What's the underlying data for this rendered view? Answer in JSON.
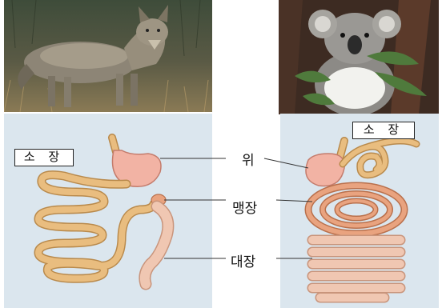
{
  "left_animal": {
    "photo_subject": "coyote",
    "small_intestine_label": "소 장"
  },
  "right_animal": {
    "photo_subject": "koala",
    "small_intestine_label": "소 장"
  },
  "organ_labels": {
    "stomach": "위",
    "cecum": "맹장",
    "large_intestine": "대장"
  },
  "colors": {
    "panel_bg": "#dbe6ee",
    "intestine": "#e9bd7f",
    "intestine_edge": "#b98a4c",
    "stomach": "#f2b3a4",
    "stomach_edge": "#c47c6c",
    "large_intestine": "#f0c7b2"
  }
}
